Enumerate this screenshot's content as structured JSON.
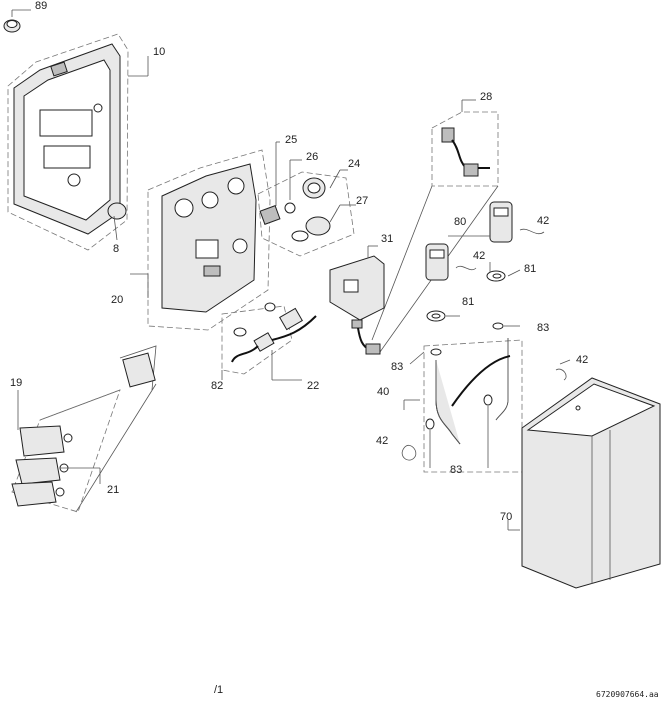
{
  "diagram": {
    "labels": {
      "p89": "89",
      "p10": "10",
      "p8": "8",
      "p20": "20",
      "p25": "25",
      "p26": "26",
      "p24": "24",
      "p27": "27",
      "p28": "28",
      "p31": "31",
      "p80": "80",
      "p42a": "42",
      "p42b": "42",
      "p81a": "81",
      "p81b": "81",
      "p83a": "83",
      "p83b": "83",
      "p83c": "83",
      "p82": "82",
      "p22": "22",
      "p19": "19",
      "p21": "21",
      "p40": "40",
      "p42c": "42",
      "p42d": "42",
      "p70": "70"
    },
    "page_marker": "/1",
    "drawing_code": "6720907664.aa"
  }
}
